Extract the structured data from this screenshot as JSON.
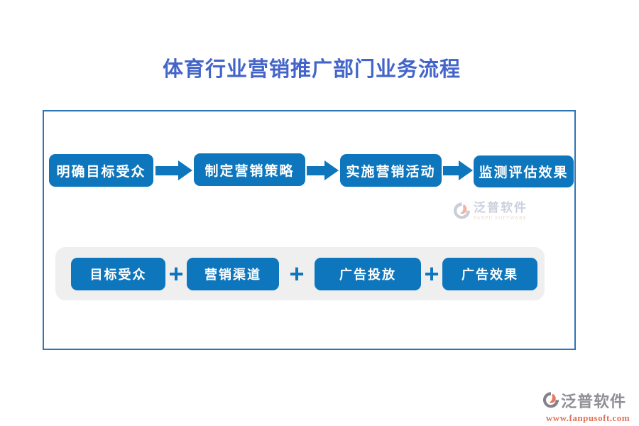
{
  "title": "体育行业营销推广部门业务流程",
  "flow_steps": [
    {
      "label": "明确目标受众"
    },
    {
      "label": "制定营销策略"
    },
    {
      "label": "实施营销活动"
    },
    {
      "label": "监测评估效果"
    }
  ],
  "plus_separator": "+",
  "component_items": [
    {
      "label": "目标受众"
    },
    {
      "label": "营销渠道"
    },
    {
      "label": "广告投放"
    },
    {
      "label": "广告效果"
    }
  ],
  "watermarks": {
    "center": {
      "name": "泛普软件",
      "subtitle": "FANPU SOFTWARE"
    },
    "footer": {
      "name": "泛普软件",
      "url": "www.fanpusoft.com"
    }
  },
  "colors": {
    "box_blue": "#0d76bc",
    "title_blue": "#4365c9",
    "frame_border": "#2e75b6",
    "panel_gray": "#efeff0",
    "watermark_salmon": "#e2795e",
    "watermark_gray": "#8f8f95"
  }
}
